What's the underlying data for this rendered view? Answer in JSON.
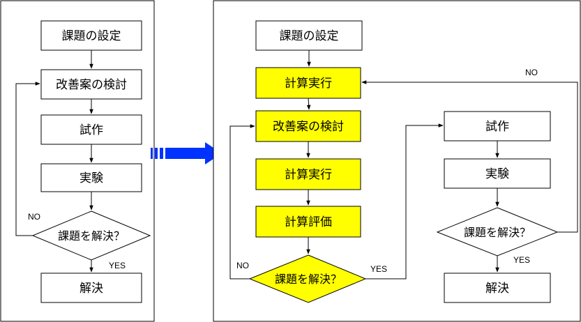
{
  "colors": {
    "highlight": "#ffff00",
    "arrow_blue": "#0033ff",
    "stroke": "#000000",
    "background": "#ffffff"
  },
  "left_flow": {
    "set_problem": "課題の設定",
    "consider_improvement": "改善案の検討",
    "prototype": "試作",
    "experiment": "実験",
    "solved_question": "課題を解決？",
    "no_label": "NO",
    "yes_label": "YES",
    "solution": "解決"
  },
  "transition_arrow": "blue-block-arrow-icon",
  "right_flow": {
    "set_problem": "課題の設定",
    "calc_run_1": "計算実行",
    "consider_improvement": "改善案の検討",
    "calc_run_2": "計算実行",
    "calc_eval": "計算評価",
    "solved_question": "課題を解決？",
    "no_label": "NO",
    "yes_label": "YES"
  },
  "right_sub_flow": {
    "prototype": "試作",
    "experiment": "実験",
    "solved_question": "課題を解決？",
    "no_label": "NO",
    "yes_label": "YES",
    "solution": "解決"
  }
}
